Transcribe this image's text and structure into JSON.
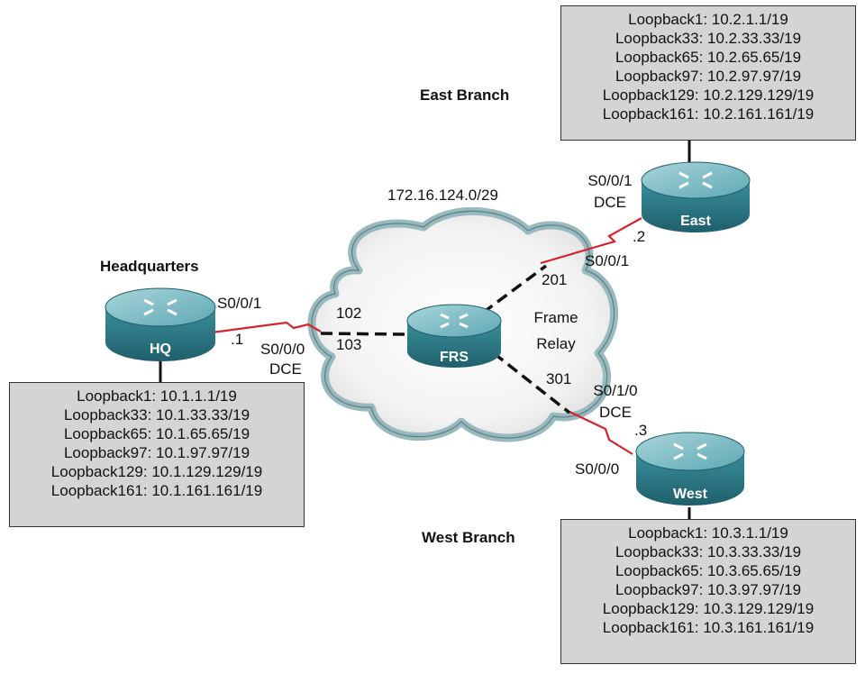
{
  "network": "172.16.124.0/29",
  "cloud": {
    "line1": "Frame",
    "line2": "Relay"
  },
  "colors": {
    "serial_link": "#d6222a",
    "cloud_fill": "#f5f5f5",
    "cloud_edge": "#98b9bd",
    "router_top": "#7dbbc4",
    "router_body": "#2f7e8c",
    "loopback_box": "#d4d4d4"
  },
  "sites": {
    "hq": {
      "title": "Headquarters",
      "router": "HQ"
    },
    "east": {
      "title": "East Branch",
      "router": "East"
    },
    "west": {
      "title": "West Branch",
      "router": "West"
    },
    "frs": {
      "router": "FRS"
    }
  },
  "interfaces": {
    "hq_s001": "S0/0/1",
    "hq_ip": ".1",
    "frs_hq_port": "S0/0/0",
    "frs_hq_dce": "DCE",
    "frs_east_port": "S0/0/1",
    "frs_east_dce": "DCE",
    "east_s001": "S0/0/1",
    "east_ip": ".2",
    "frs_west_port": "S0/1/0",
    "frs_west_dce": "DCE",
    "west_s000": "S0/0/0",
    "west_ip": ".3"
  },
  "dlci": {
    "hq_102": "102",
    "hq_103": "103",
    "east_201": "201",
    "west_301": "301"
  },
  "loopbacks": {
    "east": [
      "Loopback1: 10.2.1.1/19",
      "Loopback33: 10.2.33.33/19",
      "Loopback65: 10.2.65.65/19",
      "Loopback97: 10.2.97.97/19",
      "Loopback129: 10.2.129.129/19",
      "Loopback161: 10.2.161.161/19"
    ],
    "hq": [
      "Loopback1: 10.1.1.1/19",
      "Loopback33: 10.1.33.33/19",
      "Loopback65: 10.1.65.65/19",
      "Loopback97: 10.1.97.97/19",
      "Loopback129: 10.1.129.129/19",
      "Loopback161: 10.1.161.161/19"
    ],
    "west": [
      "Loopback1: 10.3.1.1/19",
      "Loopback33: 10.3.33.33/19",
      "Loopback65: 10.3.65.65/19",
      "Loopback97: 10.3.97.97/19",
      "Loopback129: 10.3.129.129/19",
      "Loopback161: 10.3.161.161/19"
    ]
  }
}
